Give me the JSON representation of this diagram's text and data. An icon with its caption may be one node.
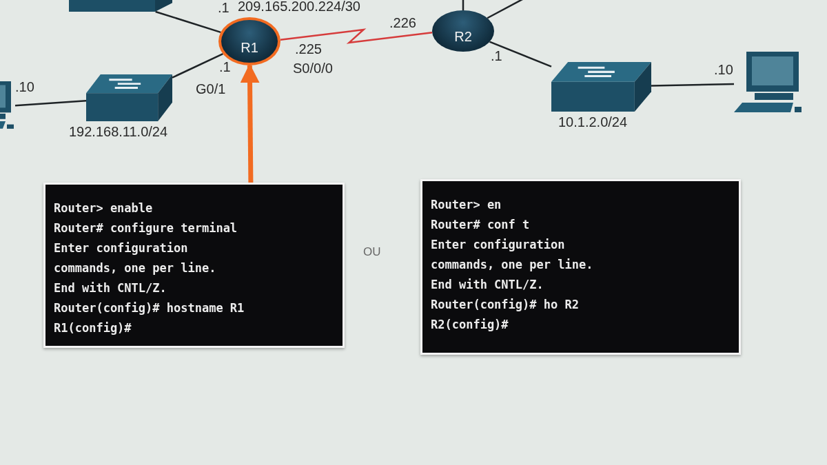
{
  "diagram": {
    "nodes": [
      {
        "text": [],
        "shape": "box"
      },
      {
        "text": [
          "R1"
        ]
      },
      {
        "text": [
          "R2"
        ]
      },
      {
        "text": [],
        "shape": "box",
        "beside": [
          "192.168.11.0/24"
        ]
      },
      {
        "text": [],
        "shape": "computer"
      },
      {
        "text": [],
        "shape": "box",
        "beside": [
          "10.1.2.0/24"
        ]
      },
      {
        "text": [],
        "shape": "computer"
      },
      {
        "text": [
          "Router> enable",
          "Router# configure terminal",
          "Enter configuration",
          "commands, one per line.",
          "End with CNTL/Z.",
          "Router(config)# hostname R1",
          "R1(config)#"
        ]
      },
      {
        "text": [
          "Router> en",
          "Router# conf t",
          "Enter configuration",
          "commands, one per line.",
          "End with CNTL/Z.",
          "Router(config)# ho R2",
          "R2(config)#"
        ]
      }
    ],
    "edges": [
      {
        "from": 0,
        "to": 1,
        "arrow": "none"
      },
      {
        "from": 1,
        "to": 2,
        "arrow": "none",
        "color": "#d63c3c"
      },
      {
        "from": 1,
        "to": 3,
        "arrow": "none"
      },
      {
        "from": 3,
        "to": 4,
        "arrow": "none"
      },
      {
        "from": 2,
        "to": null,
        "arrow": "none"
      },
      {
        "from": 2,
        "to": null,
        "arrow": "none"
      },
      {
        "from": 2,
        "to": 5,
        "arrow": "none"
      },
      {
        "from": 5,
        "to": 6,
        "arrow": "none"
      },
      {
        "from": 7,
        "to": 1,
        "arrow": "to",
        "style": "thick",
        "color": "#f26b21"
      }
    ],
    "labels": [
      "209.165.200.224/30",
      ".1",
      ".225",
      ".226",
      "S0/0/0",
      ".1",
      ".1",
      ".10",
      "G0/1",
      ".10",
      "OU"
    ]
  }
}
